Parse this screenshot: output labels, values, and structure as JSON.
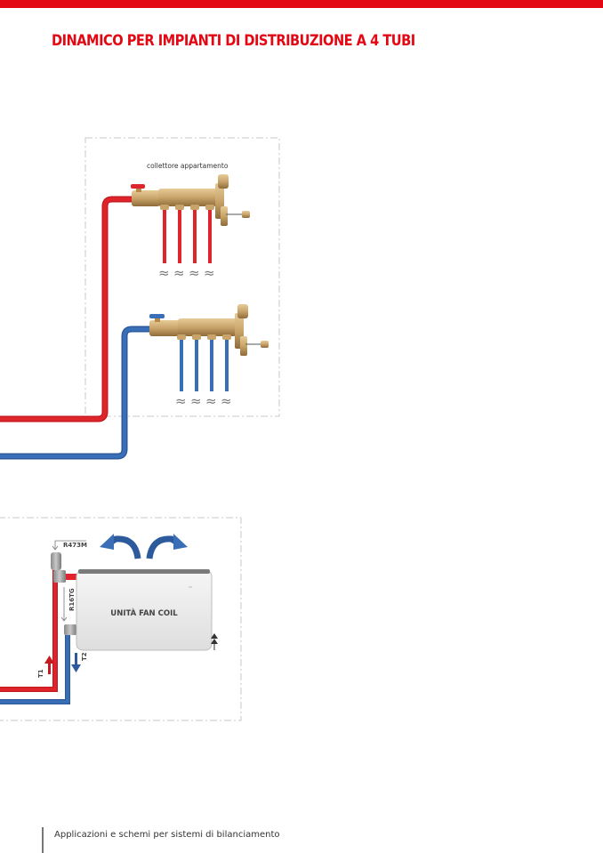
{
  "header": {
    "title": "DINAMICO PER IMPIANTI DI DISTRIBUZIONE A 4 TUBI"
  },
  "diagram": {
    "manifold_label": "collettore appartamento",
    "fan_coil_label": "UNITÀ FAN COIL",
    "valve_top_label": "R473M",
    "valve_side_label": "R16TG",
    "flow_in_label": "T1",
    "flow_out_label": "T2",
    "colors": {
      "hot": "#e0242b",
      "cold": "#3a6fb8",
      "brass": "#c9a46a",
      "brand": "#e30613"
    }
  },
  "footer": {
    "text": "Applicazioni e schemi per sistemi di bilanciamento"
  }
}
